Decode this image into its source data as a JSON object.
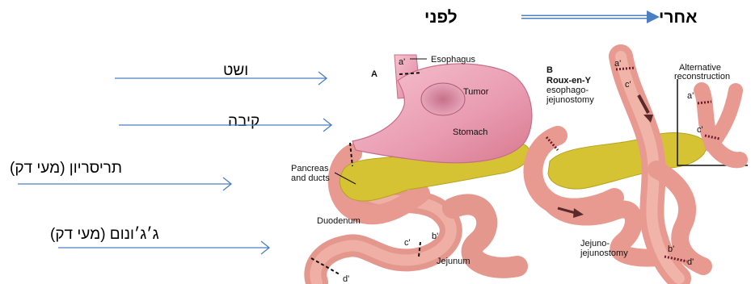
{
  "headers": {
    "before": "לפני",
    "after": "אחרי"
  },
  "left_labels": {
    "esophagus": "ושט",
    "stomach": "קיבה",
    "duodenum": "תריסריון (מעי דק)",
    "jejunum": "ג׳ג׳ונום (מעי דק)"
  },
  "panel_a": {
    "letter": "A",
    "esophagus": "Esophagus",
    "tumor": "Tumor",
    "stomach": "Stomach",
    "pancreas_1": "Pancreas",
    "pancreas_2": "and ducts",
    "duodenum": "Duodenum",
    "jejunum": "Jejunum",
    "a_prime": "a'",
    "b_prime": "b'",
    "c_prime": "c'",
    "d_prime": "d'"
  },
  "panel_b": {
    "letter": "B",
    "title_1": "Roux-en-Y",
    "title_2": "esophago-",
    "title_3": "jejunostomy",
    "alt_1": "Alternative",
    "alt_2": "reconstruction",
    "jj_1": "Jejuno-",
    "jj_2": "jejunostomy",
    "a_prime": "a'",
    "b_prime": "b'",
    "c_prime": "c'",
    "d_prime": "d'"
  },
  "colors": {
    "arrow_blue": "#4a7fc1",
    "stomach_pink": "#eaa0b4",
    "intestine_pink": "#f0a9a0",
    "pancreas_yellow": "#d6c334"
  }
}
